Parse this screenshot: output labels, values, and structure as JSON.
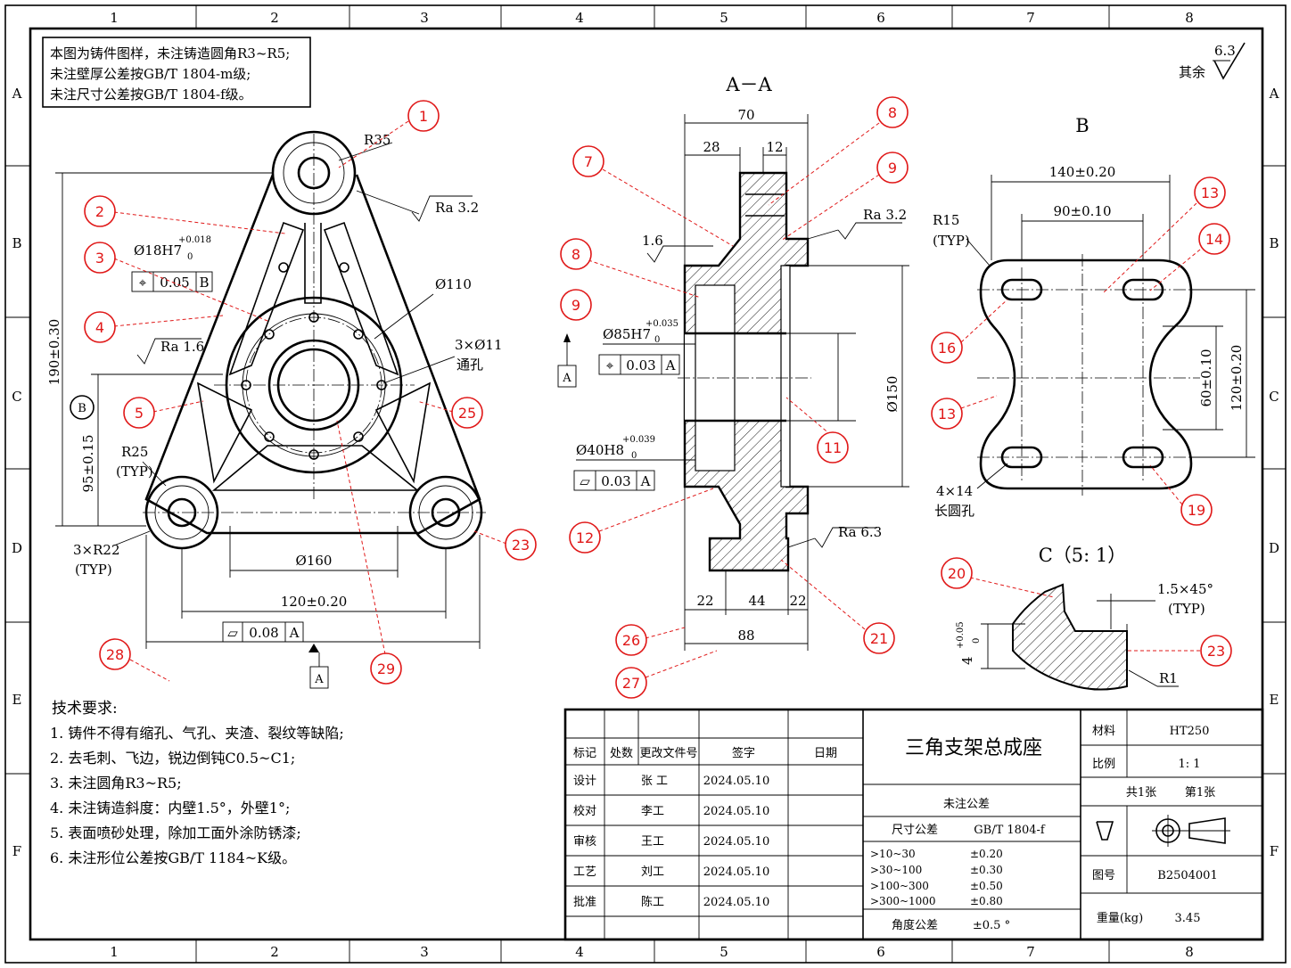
{
  "grid": {
    "cols": [
      "1",
      "2",
      "3",
      "4",
      "5",
      "6",
      "7",
      "8"
    ],
    "rows": [
      "A",
      "B",
      "C",
      "D",
      "E",
      "F"
    ]
  },
  "note_box": {
    "lines": [
      "本图为铸件图样，未注铸造圆角R3~R5;",
      "未注壁厚公差按GB/T 1804-m级;",
      "未注尺寸公差按GB/T 1804-f级。"
    ]
  },
  "roughness_default": {
    "value": "6.3",
    "label": "其余"
  },
  "views": {
    "front": {
      "dims": {
        "r35": "R35",
        "ra32": "Ra 3.2",
        "phi18": "Ø18H7",
        "phi18_tol_up": "+0.018",
        "phi18_tol_lo": "0",
        "tol_sym": "⌖",
        "tol_val": "0.05",
        "tol_ref": "B",
        "phi110": "Ø110",
        "ra16": "Ra 1.6",
        "holes": "3×Ø11",
        "holes_note": "通孔",
        "h190": "190±0.30",
        "h95": "95±0.15",
        "datum_b": "B",
        "r25": "R25",
        "r25_typ": "(TYP)",
        "r22": "3×R22",
        "r22_typ": "(TYP)",
        "phi160": "Ø160",
        "w120": "120±0.20",
        "flat_sym": "▱",
        "flat_val": "0.08",
        "flat_ref": "A",
        "datum_a": "A"
      }
    },
    "section": {
      "title": "A－A",
      "dims": {
        "w70": "70",
        "w28": "28",
        "w12": "12",
        "rough16": "1.6",
        "ra32": "Ra 3.2",
        "phi85": "Ø85H7",
        "phi85_up": "+0.035",
        "phi85_lo": "0",
        "pos_sym": "⌖",
        "pos_val": "0.03",
        "pos_ref": "A",
        "datum_a": "A",
        "phi150": "Ø150",
        "phi40": "Ø40H8",
        "phi40_up": "+0.039",
        "phi40_lo": "0",
        "flat_sym": "▱",
        "flat_val": "0.03",
        "flat_ref": "A",
        "ra63": "Ra 6.3",
        "w22a": "22",
        "w44": "44",
        "w22b": "22",
        "w88": "88"
      }
    },
    "view_b": {
      "title": "B",
      "dims": {
        "w140": "140±0.20",
        "w90": "90±0.10",
        "r15": "R15",
        "r15_typ": "(TYP)",
        "h60": "60±0.10",
        "h120": "120±0.20",
        "slots": "4×14",
        "slots_note": "长圆孔"
      }
    },
    "detail_c": {
      "title": "C（5: 1）",
      "dims": {
        "chamfer": "1.5×45°",
        "chamfer_typ": "(TYP)",
        "r1": "R1",
        "h4": "4",
        "h4_up": "+0.05",
        "h4_lo": "0"
      }
    }
  },
  "balloons": [
    {
      "n": "1"
    },
    {
      "n": "2"
    },
    {
      "n": "3"
    },
    {
      "n": "4"
    },
    {
      "n": "5"
    },
    {
      "n": "25"
    },
    {
      "n": "23"
    },
    {
      "n": "28"
    },
    {
      "n": "29"
    },
    {
      "n": "7"
    },
    {
      "n": "8"
    },
    {
      "n": "9"
    },
    {
      "n": "8"
    },
    {
      "n": "9"
    },
    {
      "n": "11"
    },
    {
      "n": "12"
    },
    {
      "n": "21"
    },
    {
      "n": "26"
    },
    {
      "n": "27"
    },
    {
      "n": "13"
    },
    {
      "n": "14"
    },
    {
      "n": "16"
    },
    {
      "n": "13"
    },
    {
      "n": "19"
    },
    {
      "n": "20"
    },
    {
      "n": "23"
    }
  ],
  "tech_req": {
    "title": "技术要求:",
    "items": [
      "1. 铸件不得有缩孔、气孔、夹渣、裂纹等缺陷;",
      "2. 去毛刺、飞边，锐边倒钝C0.5~C1;",
      "3. 未注圆角R3~R5;",
      "4. 未注铸造斜度：内壁1.5°，外壁1°;",
      "5. 表面喷砂处理，除加工面外涂防锈漆;",
      "6. 未注形位公差按GB/T 1184~K级。"
    ]
  },
  "title_block": {
    "headers": [
      "标记",
      "处数",
      "更改文件号",
      "签字",
      "日期"
    ],
    "roles": [
      {
        "role": "设计",
        "name": "张 工",
        "date": "2024.05.10"
      },
      {
        "role": "校对",
        "name": "李工",
        "date": "2024.05.10"
      },
      {
        "role": "审核",
        "name": "王工",
        "date": "2024.05.10"
      },
      {
        "role": "工艺",
        "name": "刘工",
        "date": "2024.05.10"
      },
      {
        "role": "批准",
        "name": "陈工",
        "date": "2024.05.10"
      }
    ],
    "part_name": "三角支架总成座",
    "tol_title": "未注公差",
    "tol_header_l": "尺寸公差",
    "tol_header_r": "GB/T 1804-f",
    "tol_rows": [
      {
        "range": ">10~30",
        "val": "±0.20"
      },
      {
        "range": ">30~100",
        "val": "±0.30"
      },
      {
        "range": ">100~300",
        "val": "±0.50"
      },
      {
        "range": ">300~1000",
        "val": "±0.80"
      }
    ],
    "angle_label": "角度公差",
    "angle_val": "±0.5 °",
    "material_label": "材料",
    "material": "HT250",
    "scale_label": "比例",
    "scale": "1: 1",
    "sheets": "共1张",
    "sheet_no": "第1张",
    "drawing_no_label": "图号",
    "drawing_no": "B2504001",
    "weight_label": "重量(kg)",
    "weight": "3.45"
  }
}
